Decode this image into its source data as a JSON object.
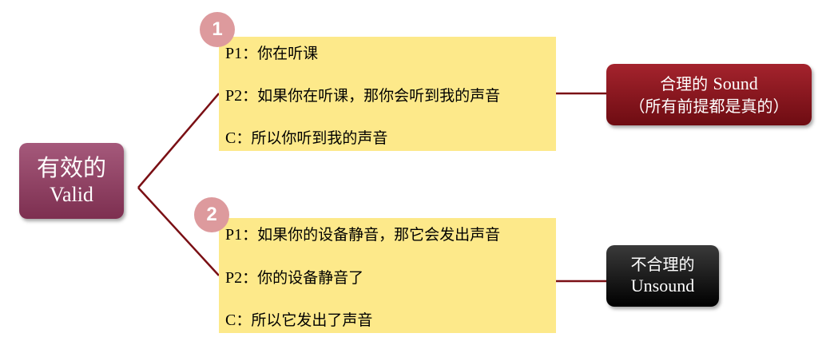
{
  "root": {
    "title_zh": "有效的",
    "title_en": "Valid"
  },
  "arguments": [
    {
      "badge": "1",
      "lines": [
        {
          "label": "P1",
          "sep": "：",
          "text": "你在听课"
        },
        {
          "label": "P2",
          "sep": "：",
          "text": "如果你在听课，那你会听到我的声音"
        },
        {
          "label": "C",
          "sep": "：",
          "text": "所以你听到我的声音"
        }
      ],
      "verdict": {
        "line1_zh": "合理的",
        "line1_en": "Sound",
        "line2": "（所有前提都是真的）"
      }
    },
    {
      "badge": "2",
      "lines": [
        {
          "label": "P1",
          "sep": "：",
          "text": "如果你的设备静音，那它会发出声音"
        },
        {
          "label": "P2",
          "sep": "：",
          "text": "你的设备静音了"
        },
        {
          "label": "C",
          "sep": "：",
          "text": "所以它发出了声音"
        }
      ],
      "verdict": {
        "line1_zh": "不合理的",
        "line2_en": "Unsound"
      }
    }
  ],
  "colors": {
    "root_fill": "#8b3d5f",
    "box_fill": "#fde98a",
    "badge_fill": "#dd9a9d",
    "sound_fill": "#8b1a22",
    "unsound_fill": "#111111",
    "connector": "#7a0f14"
  }
}
